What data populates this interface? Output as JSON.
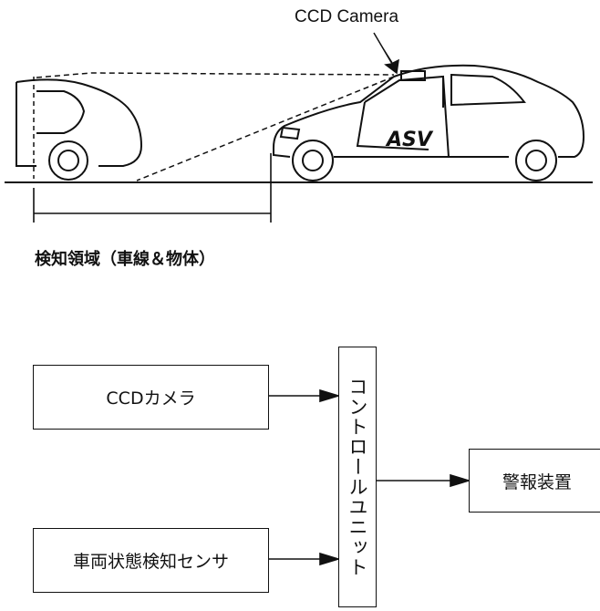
{
  "illustration": {
    "camera_label": "CCD Camera",
    "vehicle_badge": "ASV",
    "detection_region_label": "検知領域（車線＆物体）"
  },
  "block_diagram": {
    "ccd_camera": "CCDカメラ",
    "vehicle_state_sensor": "車両状態検知センサ",
    "control_unit": "コントロールユニット",
    "alarm_device": "警報装置"
  }
}
